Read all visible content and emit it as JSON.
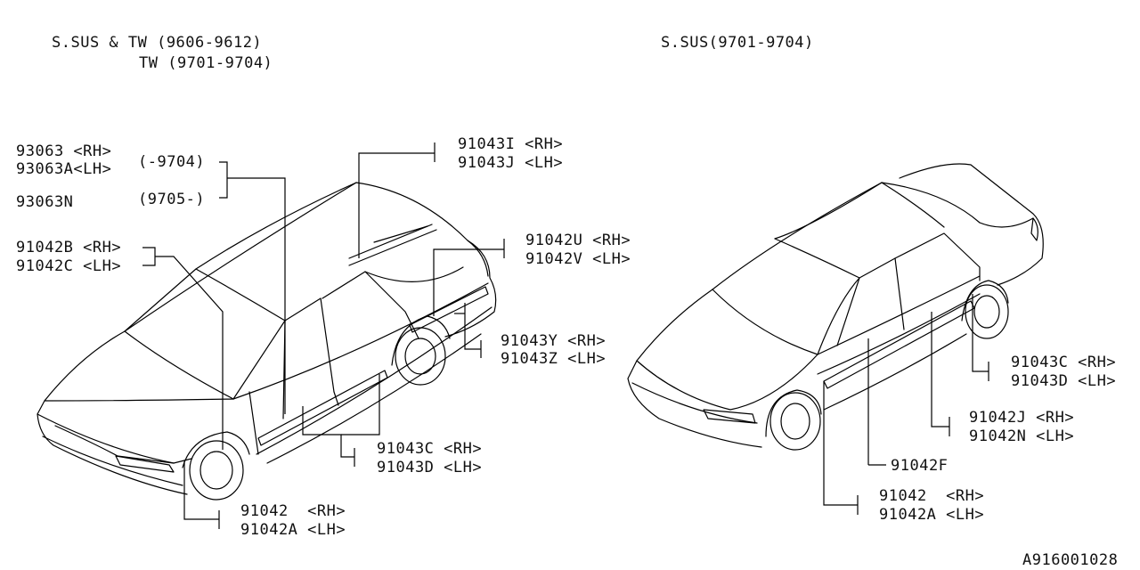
{
  "headings": {
    "left_line1": "S.SUS & TW (9606-9612)",
    "left_line2": "TW (9701-9704)",
    "right": "S.SUS(9701-9704)"
  },
  "left_parts": {
    "p93063_rh": "93063 <RH>",
    "p93063a_lh": "93063A<LH>",
    "p93063n": "93063N",
    "range_to_9704": "(-9704)",
    "range_from_9705": "(9705-)",
    "p91043i_rh": "91043I <RH>",
    "p91043j_lh": "91043J <LH>",
    "p91042b_rh": "91042B <RH>",
    "p91042c_lh": "91042C <LH>",
    "p91042u_rh": "91042U <RH>",
    "p91042v_lh": "91042V <LH>",
    "p91043y_rh": "91043Y <RH>",
    "p91043z_lh": "91043Z <LH>",
    "p91043c_rh": "91043C <RH>",
    "p91043d_lh": "91043D <LH>",
    "p91042_rh": "91042  <RH>",
    "p91042a_lh": "91042A <LH>"
  },
  "right_parts": {
    "p91043c_rh": "91043C <RH>",
    "p91043d_lh": "91043D <LH>",
    "p91042j_rh": "91042J <RH>",
    "p91042n_lh": "91042N <LH>",
    "p91042f": "91042F",
    "p91042_rh": "91042  <RH>",
    "p91042a_lh": "91042A <LH>"
  },
  "diagram_id": "A916001028"
}
